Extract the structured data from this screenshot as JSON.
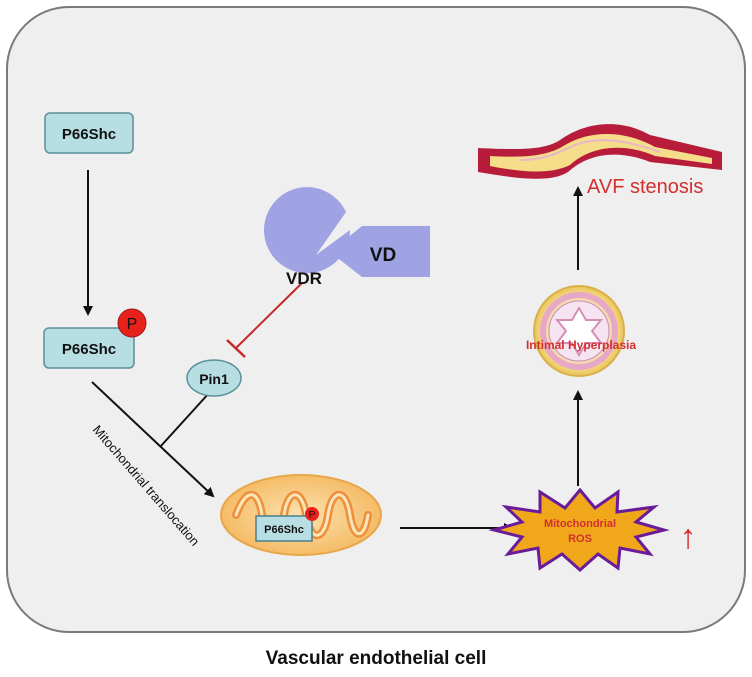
{
  "nodes": {
    "p66shc_top": "P66Shc",
    "p66shc_phos": "P66Shc",
    "p66shc_mito": "P66Shc",
    "phospho_mark": "P",
    "phospho_mark_mito": "P",
    "vd": "VD",
    "vdr": "VDR",
    "pin1": "Pin1",
    "mito_ros_line1": "Mitochondrial",
    "mito_ros_line2": "ROS",
    "intimal_hyperplasia": "Intimal Hyperplasia",
    "avf_stenosis": "AVF stenosis"
  },
  "edge_labels": {
    "mito_translocation": "Mitochondrial translocation"
  },
  "indicators": {
    "ros_increase": "↑"
  },
  "caption": "Vascular endothelial cell",
  "colors": {
    "cell_fill": "#efefef",
    "cell_border": "#7a7a7a",
    "protein_box_fill": "#b7dfe3",
    "protein_box_border": "#5b8f99",
    "vdr_fill": "#9fa2e3",
    "pin1_fill": "#b7dfe3",
    "phospho_red": "#e8211b",
    "inhibition_red": "#c62828",
    "mito_outer": "#f7c77a",
    "ros_fill": "#f0a81a",
    "ros_border": "#6a1b9a",
    "label_red": "#d32f2f",
    "vessel_red": "#b71c3a",
    "plaque_yellow": "#f5dd8a"
  }
}
